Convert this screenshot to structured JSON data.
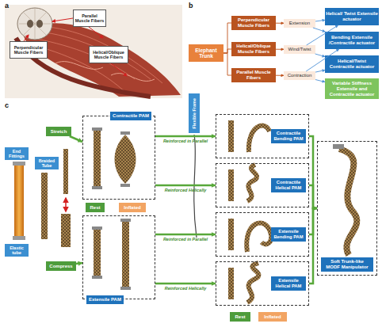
{
  "diagram": {
    "nodes": [
      {
        "text": [
          "Parallel Muscle Fibers"
        ]
      },
      {
        "text": [
          "Perpendicular Muscle Fibers"
        ]
      },
      {
        "text": [
          "Helical/Oblique Muscle Fibers"
        ]
      },
      {
        "text": [
          "Elephant Trunk"
        ]
      },
      {
        "text": [
          "Perpendicular Muscle Fibers"
        ]
      },
      {
        "text": [
          "Helical/Oblique Muscle Fibers"
        ]
      },
      {
        "text": [
          "Parallel Muscle Fibers"
        ]
      },
      {
        "text": [
          "Extension"
        ]
      },
      {
        "text": [
          "Wind/Twist"
        ]
      },
      {
        "text": [
          "Contraction"
        ]
      },
      {
        "text": [
          "Helical/ Twist Extensile actuator"
        ]
      },
      {
        "text": [
          "Bending Extensile /Contractile actuator"
        ]
      },
      {
        "text": [
          "Helical/Twist Contractile actuator"
        ]
      },
      {
        "text": [
          "Variable Stiffness Extensile and Contractile actuator"
        ]
      },
      {
        "text": [
          "End Fittings"
        ]
      },
      {
        "text": [
          "Braided Tube"
        ]
      },
      {
        "text": [
          "Stretch"
        ]
      },
      {
        "text": [
          "Contractile PAM"
        ]
      },
      {
        "text": [
          "Rest"
        ]
      },
      {
        "text": [
          "Inflated"
        ]
      },
      {
        "text": [
          "Elastic tube"
        ]
      },
      {
        "text": [
          "Compress"
        ]
      },
      {
        "text": [
          "Extensile PAM"
        ]
      },
      {
        "text": [
          "Flexible Frame"
        ]
      },
      {
        "text": [
          "Contractile Bending PAM"
        ]
      },
      {
        "text": [
          "Contractile Helical PAM"
        ]
      },
      {
        "text": [
          "Extensile Bending PAM"
        ]
      },
      {
        "text": [
          "Extensile Helical PAM"
        ]
      },
      {
        "text": [
          "Rest"
        ]
      },
      {
        "text": [
          "Inflated"
        ]
      },
      {
        "text": [
          "Soft Trunk-like MODF Manipulator"
        ]
      }
    ],
    "edges": [
      {
        "from": 3,
        "to": 4,
        "arrow": "none"
      },
      {
        "from": 3,
        "to": 5,
        "arrow": "none"
      },
      {
        "from": 3,
        "to": 6,
        "arrow": "none"
      },
      {
        "from": 4,
        "to": 7,
        "arrow": "to"
      },
      {
        "from": 5,
        "to": 8,
        "arrow": "to"
      },
      {
        "from": 6,
        "to": 9,
        "arrow": "to"
      },
      {
        "from": 7,
        "to": 10,
        "arrow": "to"
      },
      {
        "from": 7,
        "to": 11,
        "arrow": "to"
      },
      {
        "from": 8,
        "to": 10,
        "arrow": "to"
      },
      {
        "from": 8,
        "to": 12,
        "arrow": "to"
      },
      {
        "from": 9,
        "to": 11,
        "arrow": "to"
      },
      {
        "from": 9,
        "to": 12,
        "arrow": "to"
      },
      {
        "from": 9,
        "to": 13,
        "arrow": "to"
      },
      {
        "from": 16,
        "to": 17,
        "arrow": "to"
      },
      {
        "from": 21,
        "to": 22,
        "arrow": "to"
      },
      {
        "from": 17,
        "to": 24,
        "label": "Reinforced in Parallel",
        "arrow": "to"
      },
      {
        "from": 17,
        "to": 25,
        "label": "Reinforced Helically",
        "arrow": "to"
      },
      {
        "from": 22,
        "to": 26,
        "label": "Reinforced in Parallel",
        "arrow": "to"
      },
      {
        "from": 22,
        "to": 27,
        "label": "Reinforced Helically",
        "arrow": "to"
      },
      {
        "from": 24,
        "to": 30,
        "arrow": "to"
      },
      {
        "from": 25,
        "to": 30,
        "arrow": "to"
      },
      {
        "from": 26,
        "to": 30,
        "arrow": "to"
      },
      {
        "from": 27,
        "to": 30,
        "arrow": "to"
      }
    ],
    "labels": [
      "a",
      "b",
      "c"
    ]
  }
}
